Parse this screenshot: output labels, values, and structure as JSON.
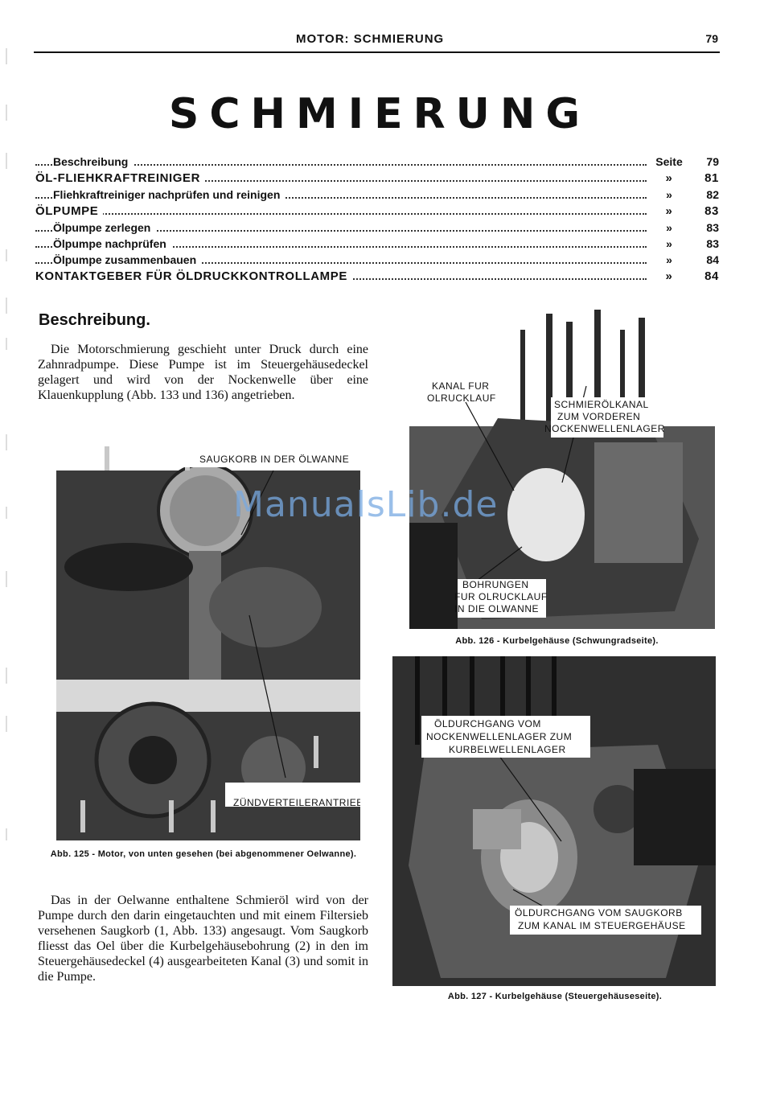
{
  "header": {
    "title": "MOTOR: SCHMIERUNG",
    "page_number": "79"
  },
  "page_title": "SCHMIERUNG",
  "toc": {
    "seite_label": "Seite",
    "entries": [
      {
        "label": "Beschreibung",
        "page": "79",
        "level": "sub0",
        "ref": ""
      },
      {
        "label": "ÖL-FLIEHKRAFTREINIGER",
        "page": "81",
        "level": "major",
        "ref": "»"
      },
      {
        "label": "Fliehkraftreiniger nachprüfen und reinigen",
        "page": "82",
        "level": "sub",
        "ref": "»"
      },
      {
        "label": "ÖLPUMPE",
        "page": "83",
        "level": "major",
        "ref": "»"
      },
      {
        "label": "Ölpumpe zerlegen",
        "page": "83",
        "level": "sub",
        "ref": "»"
      },
      {
        "label": "Ölpumpe nachprüfen",
        "page": "83",
        "level": "sub",
        "ref": "»"
      },
      {
        "label": "Ölpumpe zusammenbauen",
        "page": "84",
        "level": "sub",
        "ref": "»"
      },
      {
        "label": "KONTAKTGEBER FÜR ÖLDRUCKKONTROLLAMPE",
        "page": "84",
        "level": "major",
        "ref": "»"
      }
    ]
  },
  "section": {
    "heading": "Beschreibung.",
    "paragraph1": "Die Motorschmierung geschieht unter Druck durch eine Zahnradpumpe. Diese Pumpe ist im Steuergehäusedeckel gelagert und wird von der Nockenwelle über eine Klauenkupplung (Abb. 133 und 136) angetrieben.",
    "paragraph2": "Das in der Oelwanne enthaltene Schmieröl wird von der Pumpe durch den darin eingetauchten und mit einem Filtersieb versehenen Saugkorb (1, Abb. 133) angesaugt. Vom Saugkorb fliesst das Oel über die Kurbelgehäusebohrung (2) in den im Steuergehäusedeckel (4) ausgearbeiteten Kanal (3) und somit in die Pumpe."
  },
  "figures": {
    "fig125": {
      "label_top": "SAUGKORB IN DER ÖLWANNE",
      "label_bottom": "ZÜNDVERTEILERANTRIEB",
      "caption": "Abb. 125 - Motor, von unten gesehen (bei abgenommener Oelwanne)."
    },
    "fig126": {
      "label_kanal_1": "KANAL FUR",
      "label_kanal_2": "OLRUCKLAUF",
      "label_schmier_1": "SCHMIERÖLKANAL",
      "label_schmier_2": "ZUM VORDEREN",
      "label_schmier_3": "NOCKENWELLENLAGER",
      "label_bohr_1": "BOHRUNGEN",
      "label_bohr_2": "FUR OLRUCKLAUF",
      "label_bohr_3": "IN DIE OLWANNE",
      "caption": "Abb. 126 - Kurbelgehäuse (Schwungradseite)."
    },
    "fig127": {
      "label_top_1": "ÖLDURCHGANG VOM",
      "label_top_2": "NOCKENWELLENLAGER ZUM",
      "label_top_3": "KURBELWELLENLAGER",
      "label_bottom_1": "ÖLDURCHGANG VOM SAUGKORB",
      "label_bottom_2": "ZUM KANAL IM STEUERGEHÄUSE",
      "caption": "Abb. 127 - Kurbelgehäuse (Steuergehäuseseite)."
    }
  },
  "watermark": "ManualsLib.de"
}
